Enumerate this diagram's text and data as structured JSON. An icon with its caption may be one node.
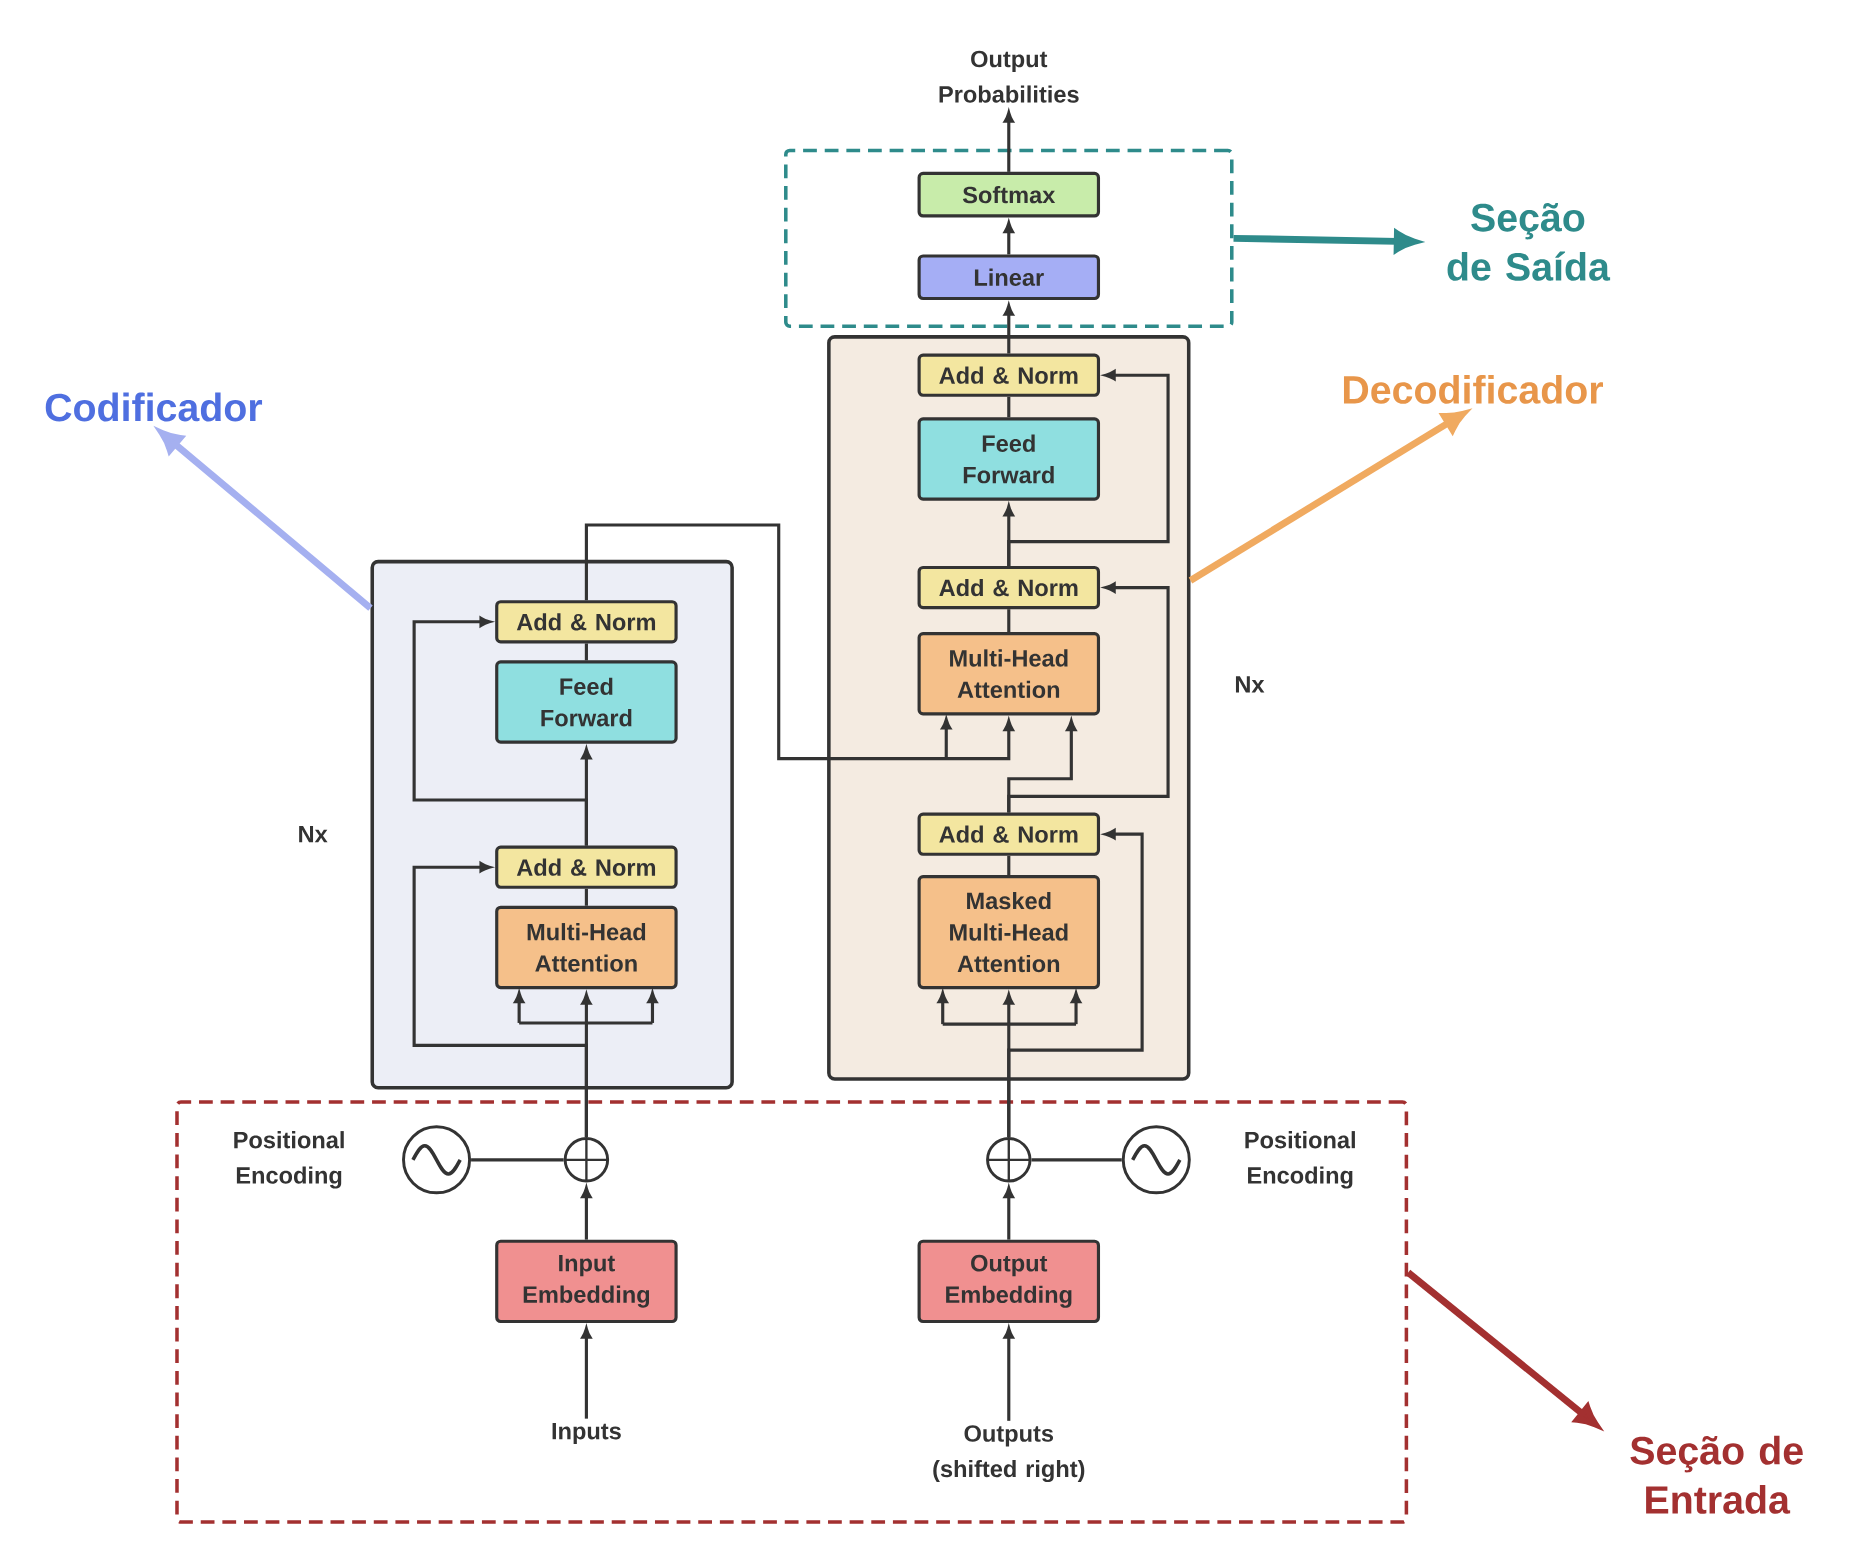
{
  "diagram": {
    "nodes": [
      {
        "text": [],
        "shape": "box"
      },
      {
        "text": [
          "Softmax"
        ],
        "in": 0
      },
      {
        "text": [
          "Linear"
        ],
        "in": 0
      },
      {
        "text": [
          "Output Probabilities"
        ]
      },
      {
        "text": [
          "Seção de Saída"
        ]
      },
      {
        "text": [
          "Codificador"
        ]
      },
      {
        "text": [
          "Decodificador"
        ]
      },
      {
        "text": [],
        "shape": "box",
        "beside": [
          "Nx"
        ]
      },
      {
        "text": [
          "Add & Norm"
        ],
        "in": 7
      },
      {
        "text": [
          "Feed Forward"
        ],
        "in": 7
      },
      {
        "text": [
          "Add & Norm"
        ],
        "in": 7
      },
      {
        "text": [
          "Multi-Head Attention"
        ],
        "in": 7
      },
      {
        "text": [
          "Add & Norm"
        ],
        "in": 7
      },
      {
        "text": [
          "Masked Multi-Head Attention"
        ],
        "in": 7
      },
      {
        "text": [],
        "shape": "box",
        "beside": [
          "Nx"
        ]
      },
      {
        "text": [
          "Add & Norm"
        ],
        "in": 14
      },
      {
        "text": [
          "Feed Forward"
        ],
        "in": 14
      },
      {
        "text": [
          "Add & Norm"
        ],
        "in": 14
      },
      {
        "text": [
          "Multi-Head Attention"
        ],
        "in": 14
      },
      {
        "text": [],
        "shape": "box"
      },
      {
        "text": [],
        "shape": "circle",
        "in": 19,
        "beside": [
          "Positional Encoding"
        ]
      },
      {
        "text": [],
        "shape": "circle",
        "in": 19
      },
      {
        "text": [],
        "shape": "circle",
        "in": 19
      },
      {
        "text": [],
        "shape": "circle",
        "in": 19,
        "beside": [
          "Positional Encoding"
        ]
      },
      {
        "text": [
          "Input Embedding"
        ],
        "in": 19
      },
      {
        "text": [
          "Output Embedding"
        ],
        "in": 19
      },
      {
        "text": [
          "Inputs"
        ],
        "in": 19
      },
      {
        "text": [
          "Outputs (shifted right)"
        ],
        "in": 19
      },
      {
        "text": [
          "Seção de Entrada"
        ]
      }
    ],
    "edges": [
      {
        "from": 1,
        "to": 3,
        "arrow": "to"
      },
      {
        "from": 2,
        "to": 1,
        "arrow": "to"
      },
      {
        "from": 8,
        "to": 2,
        "arrow": "to"
      },
      {
        "from": 0,
        "to": 4,
        "arrow": "to",
        "style": "thick",
        "color": "#2e8b8b"
      },
      {
        "from": 14,
        "to": 5,
        "arrow": "to",
        "style": "thick",
        "color": "#a5b0f0"
      },
      {
        "from": 7,
        "to": 6,
        "arrow": "to",
        "style": "thick",
        "color": "#f0aa60"
      },
      {
        "from": 19,
        "to": 28,
        "arrow": "to",
        "style": "thick",
        "color": "#a33030"
      },
      {
        "from": 9,
        "to": 8,
        "arrow": "none"
      },
      {
        "from": 10,
        "to": 9,
        "arrow": "to"
      },
      {
        "from": 10,
        "to": 8,
        "arrow": "to"
      },
      {
        "from": 11,
        "to": 10,
        "arrow": "none"
      },
      {
        "from": 12,
        "to": 10,
        "arrow": "to"
      },
      {
        "from": 12,
        "to": 11,
        "arrow": "to"
      },
      {
        "from": 15,
        "to": 11,
        "arrow": "to"
      },
      {
        "from": 13,
        "to": 12,
        "arrow": "none"
      },
      {
        "from": 22,
        "to": 13,
        "arrow": "to"
      },
      {
        "from": 22,
        "to": 12,
        "arrow": "to"
      },
      {
        "from": 25,
        "to": 22,
        "arrow": "to"
      },
      {
        "from": 27,
        "to": 25,
        "arrow": "to"
      },
      {
        "from": 23,
        "to": 22,
        "arrow": "none"
      },
      {
        "from": 16,
        "to": 15,
        "arrow": "none"
      },
      {
        "from": 17,
        "to": 16,
        "arrow": "to"
      },
      {
        "from": 17,
        "to": 15,
        "arrow": "to"
      },
      {
        "from": 18,
        "to": 17,
        "arrow": "none"
      },
      {
        "from": 21,
        "to": 18,
        "arrow": "to"
      },
      {
        "from": 21,
        "to": 17,
        "arrow": "to"
      },
      {
        "from": 24,
        "to": 21,
        "arrow": "to"
      },
      {
        "from": 26,
        "to": 24,
        "arrow": "to"
      },
      {
        "from": 20,
        "to": 21,
        "arrow": "none"
      }
    ]
  }
}
